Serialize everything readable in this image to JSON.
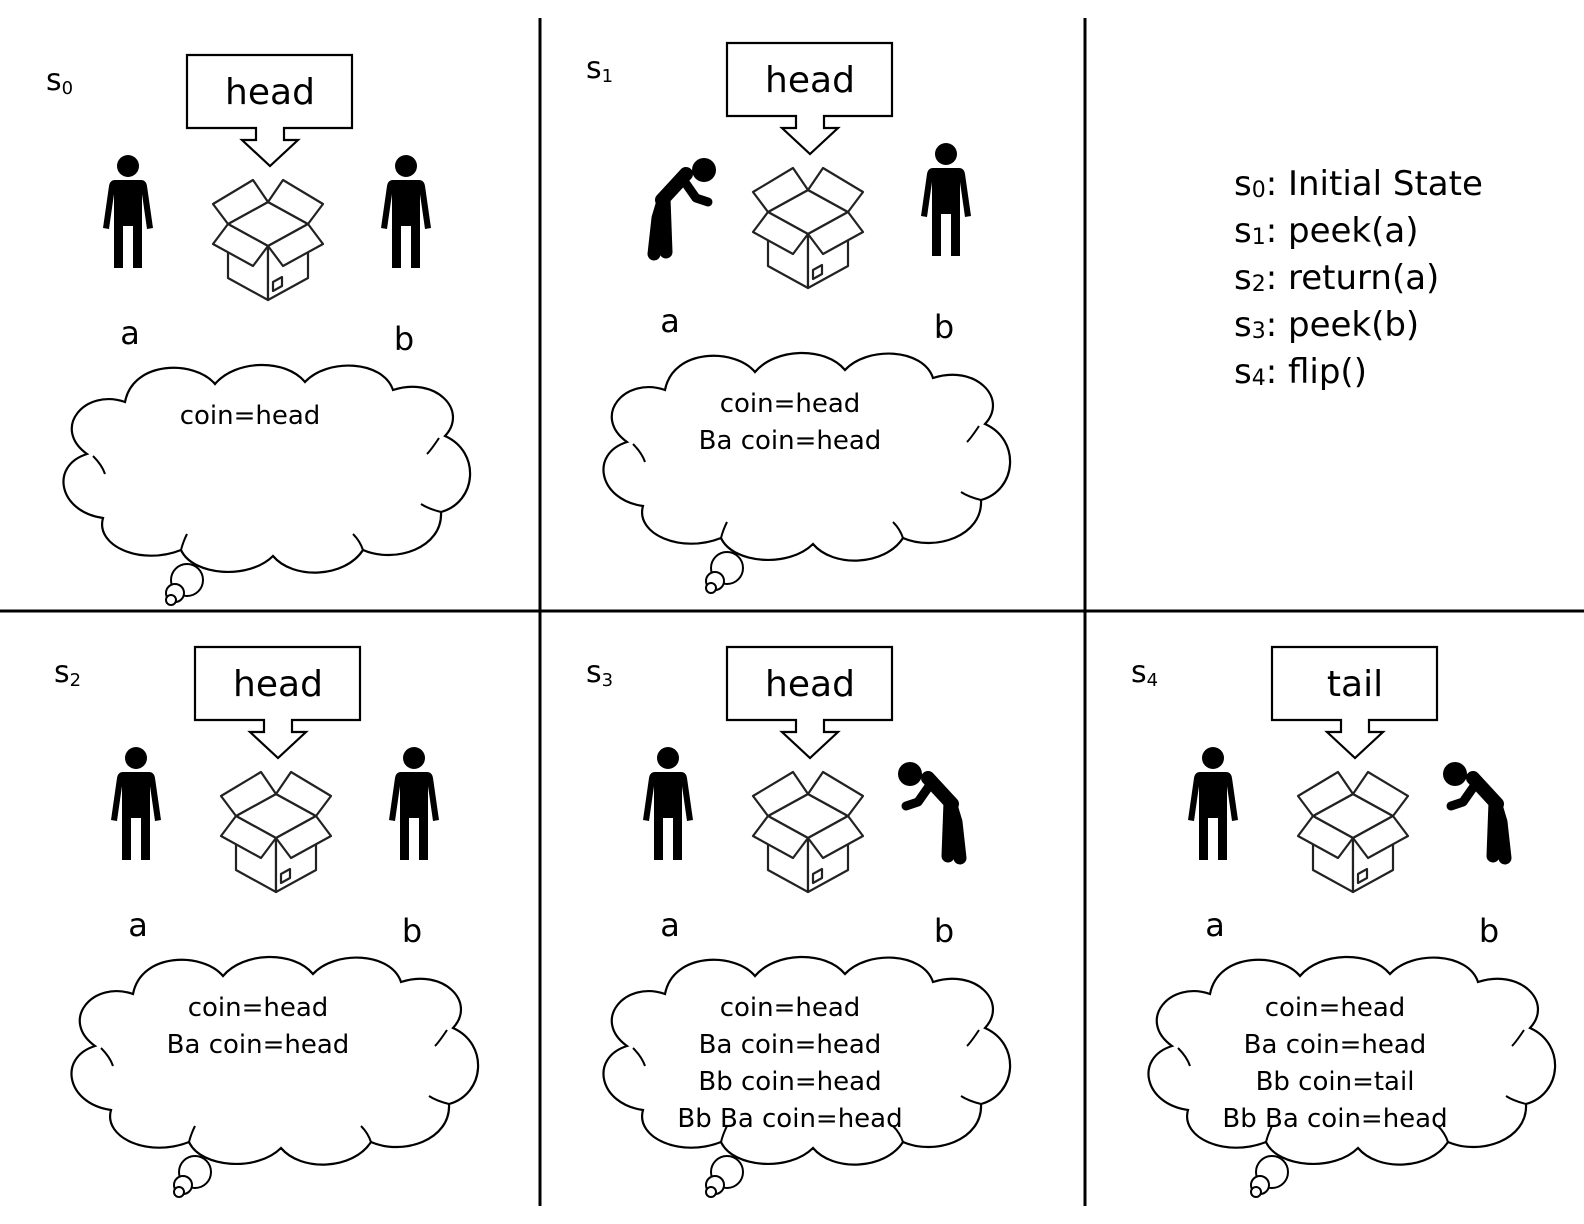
{
  "panels": [
    {
      "state_label": "s",
      "state_sub": "0",
      "coin_text": "head",
      "agent_a": {
        "label": "a",
        "pose": "standing"
      },
      "agent_b": {
        "label": "b",
        "pose": "standing"
      },
      "beliefs": [
        "coin=head"
      ]
    },
    {
      "state_label": "s",
      "state_sub": "1",
      "coin_text": "head",
      "agent_a": {
        "label": "a",
        "pose": "bending"
      },
      "agent_b": {
        "label": "b",
        "pose": "standing"
      },
      "beliefs": [
        "coin=head",
        "Ba coin=head"
      ]
    },
    {
      "state_label": "s",
      "state_sub": "2",
      "coin_text": "head",
      "agent_a": {
        "label": "a",
        "pose": "standing"
      },
      "agent_b": {
        "label": "b",
        "pose": "standing"
      },
      "beliefs": [
        "coin=head",
        "Ba coin=head"
      ]
    },
    {
      "state_label": "s",
      "state_sub": "3",
      "coin_text": "head",
      "agent_a": {
        "label": "a",
        "pose": "standing"
      },
      "agent_b": {
        "label": "b",
        "pose": "bending"
      },
      "beliefs": [
        "coin=head",
        "Ba coin=head",
        "Bb coin=head",
        "Bb Ba coin=head"
      ]
    },
    {
      "state_label": "s",
      "state_sub": "4",
      "coin_text": "tail",
      "agent_a": {
        "label": "a",
        "pose": "standing"
      },
      "agent_b": {
        "label": "b",
        "pose": "bending"
      },
      "beliefs": [
        "coin=head",
        "Ba coin=head",
        "Bb coin=tail",
        "Bb Ba coin=head"
      ]
    }
  ],
  "legend": [
    {
      "label": "s",
      "sub": "0",
      "text": ": Initial State"
    },
    {
      "label": "s",
      "sub": "1",
      "text": ": peek(a)"
    },
    {
      "label": "s",
      "sub": "2",
      "text": ": return(a)"
    },
    {
      "label": "s",
      "sub": "3",
      "text": ": peek(b)"
    },
    {
      "label": "s",
      "sub": "4",
      "text": ": flip()"
    }
  ],
  "icons": {
    "person": "person-icon",
    "box": "open-box-icon",
    "cloud": "thought-bubble-icon"
  }
}
